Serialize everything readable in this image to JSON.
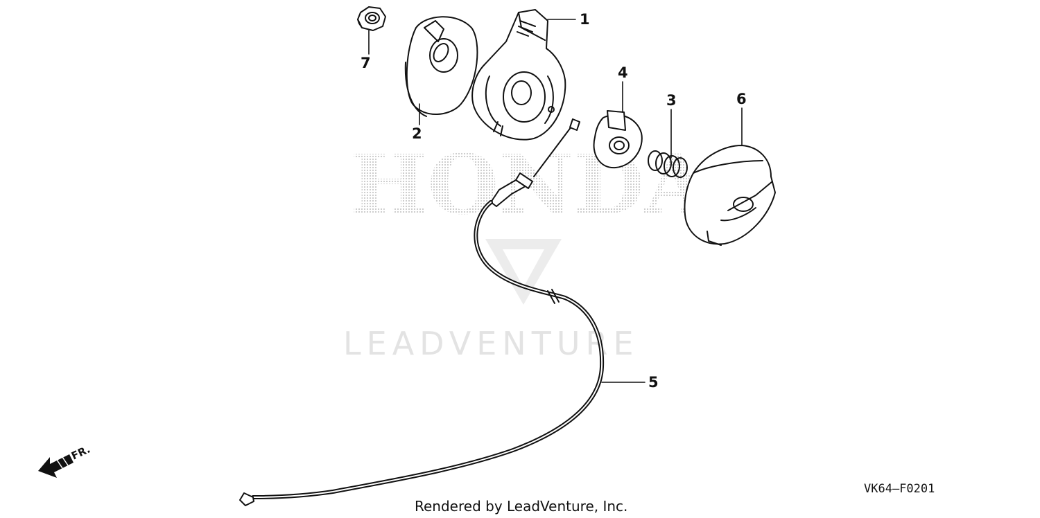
{
  "watermark": {
    "brand": "HONDA",
    "dealer": "LEADVENTURE"
  },
  "callouts": [
    "1",
    "2",
    "3",
    "4",
    "5",
    "6",
    "7"
  ],
  "direction_label": "FR.",
  "diagram_code": "VK64—F0201",
  "credit": "Rendered by LeadVenture, Inc.",
  "colors": {
    "line": "#111111",
    "watermark_dots": "#cfcfcf",
    "watermark_text": "#e3e3e3"
  }
}
